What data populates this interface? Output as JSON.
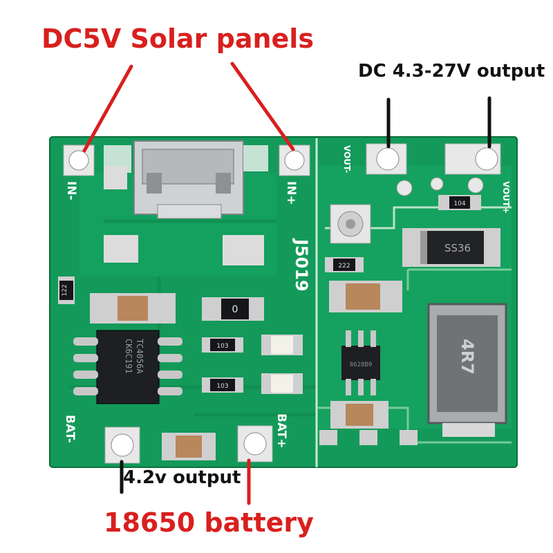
{
  "captions": {
    "solar_input": "DC5V Solar panels",
    "boost_output": "DC 4.3-27V output",
    "battery_output": "4.2v output",
    "battery": "18650 battery"
  },
  "board": {
    "model": "J5019",
    "pads": {
      "in_minus": "IN-",
      "in_plus": "IN+",
      "bat_minus": "BAT-",
      "bat_plus": "BAT+",
      "vout_minus": "VOUT-",
      "vout_plus": "VOUT+"
    },
    "components": {
      "charger_ic": "TC4056A",
      "charger_ic_code": "CK6C191",
      "diode": "SS36",
      "inductor": "4R7",
      "boost_ic": "8628B0",
      "resistor_r0": "0",
      "resistor_103a": "103",
      "resistor_103b": "103",
      "resistor_122": "122",
      "resistor_222": "222",
      "resistor_104": "104"
    }
  },
  "colors": {
    "pcb": "#139a5a",
    "pcb_dark": "#0b7a42",
    "silkscreen": "#ffffff",
    "label_red": "#d8201e",
    "label_black": "#111111",
    "arrow_red": "#d8201e",
    "arrow_black": "#111111"
  }
}
